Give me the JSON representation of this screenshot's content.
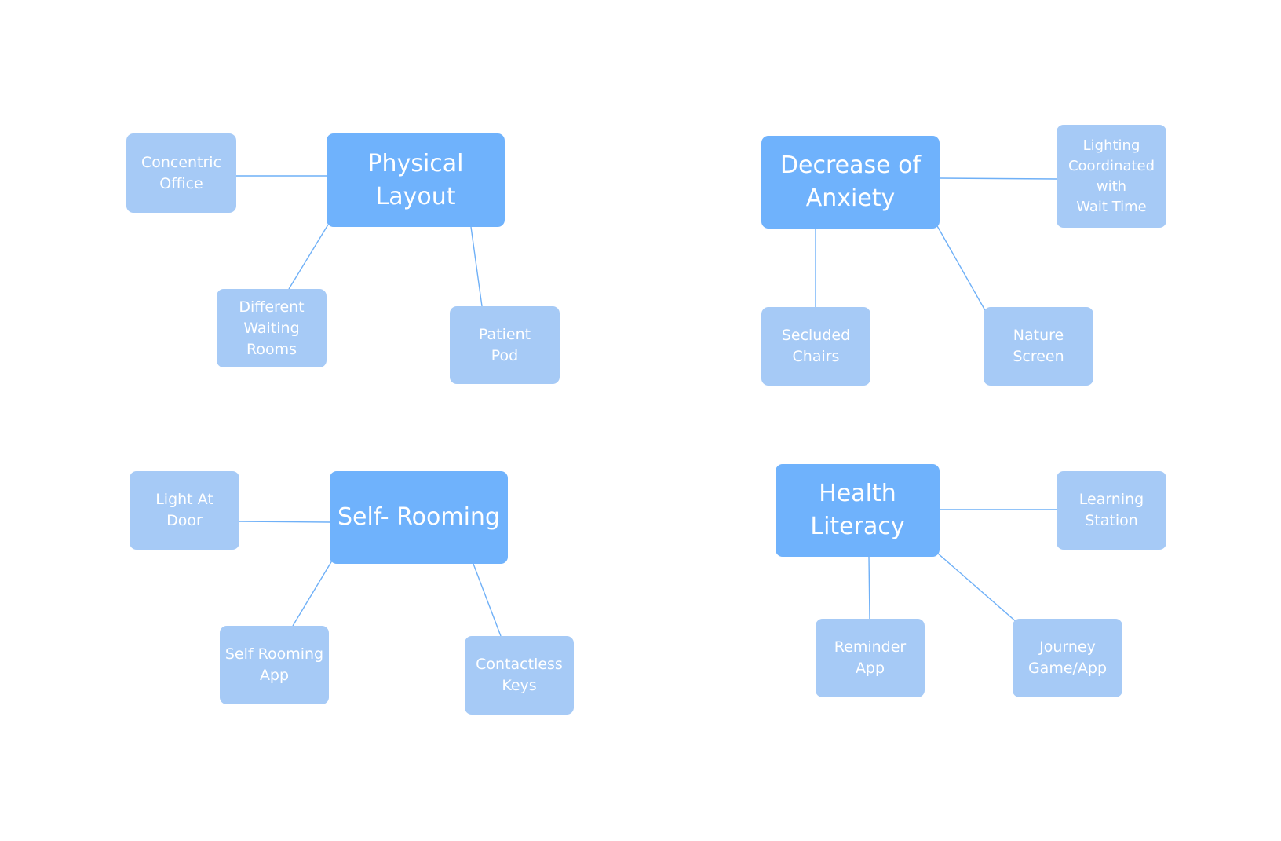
{
  "diagram": {
    "groups": [
      {
        "main": "Physical\nLayout",
        "subs": [
          "Concentric\nOffice",
          "Different\nWaiting\nRooms",
          "Patient\nPod"
        ]
      },
      {
        "main": "Decrease of\nAnxiety",
        "subs": [
          "Lighting\nCoordinated\nwith\nWait Time",
          "Secluded\nChairs",
          "Nature\nScreen"
        ]
      },
      {
        "main": "Self- Rooming",
        "subs": [
          "Light At\nDoor",
          "Self Rooming\nApp",
          "Contactless\nKeys"
        ]
      },
      {
        "main": "Health\nLiteracy",
        "subs": [
          "Learning\nStation",
          "Reminder\nApp",
          "Journey\nGame/App"
        ]
      }
    ],
    "colors": {
      "main_node": "#6fb2fc",
      "sub_node": "#a6caf6",
      "connector": "#6fb0f7",
      "text": "#ffffff",
      "background": "#ffffff"
    }
  }
}
